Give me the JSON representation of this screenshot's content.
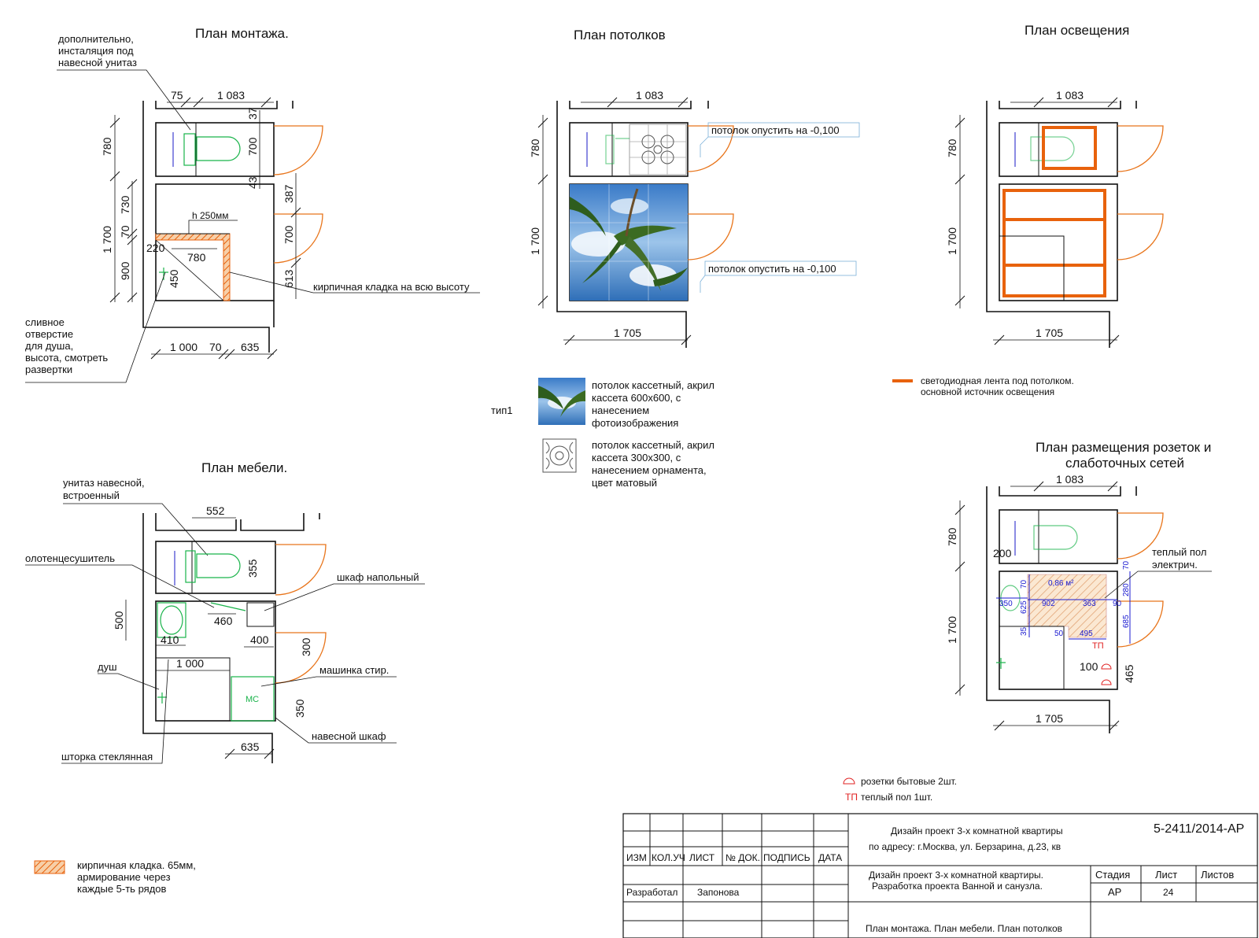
{
  "plans": {
    "mount": {
      "title": "План монтажа.",
      "note_install": [
        "дополнительно,",
        "инсталяция под",
        "навесной унитаз"
      ],
      "note_drain": [
        "сливное",
        "отверстие",
        " для душа,",
        "высота, смотреть",
        "развертки"
      ],
      "note_brick": "кирпичная кладка на всю высоту",
      "h_label": "h 250мм",
      "dims": {
        "d75": "75",
        "d1083": "1 083",
        "d37": "37",
        "d780": "780",
        "d700a": "700",
        "d43": "43",
        "d387": "387",
        "d730": "730",
        "d70": "70",
        "d1700": "1 700",
        "d700b": "700",
        "d220": "220",
        "d780b": "780",
        "d900": "900",
        "d450": "450",
        "d613": "613",
        "d1000": "1 000",
        "d70b": "70",
        "d635": "635"
      }
    },
    "ceiling": {
      "title": "План потолков",
      "note_lower1": "потолок опустить на -0,100",
      "note_lower2": "потолок опустить на -0,100",
      "dims": {
        "d1083": "1 083",
        "d780": "780",
        "d1700": "1 700",
        "d1705": "1 705"
      }
    },
    "lighting": {
      "title": "План освещения",
      "dims": {
        "d1083": "1 083",
        "d780": "780",
        "d1700": "1 700",
        "d1705": "1 705"
      }
    },
    "furniture": {
      "title": "План мебели.",
      "note_toilet": [
        "унитаз навесной,",
        "встроенный"
      ],
      "note_towel": "олотенцесушитель",
      "note_cabinet": "шкаф напольный",
      "note_shower": "душ",
      "note_washer": "машинка стир.",
      "note_hang": "навесной шкаф",
      "note_curtain": "шторка стеклянная",
      "mc": "МС",
      "dims": {
        "d552": "552",
        "d355": "355",
        "d500": "500",
        "d460": "460",
        "d400": "400",
        "d300": "300",
        "d410": "410",
        "d1000": "1 000",
        "d350": "350",
        "d635": "635"
      }
    },
    "sockets": {
      "title": [
        "План размещения розеток и",
        "слаботочных сетей"
      ],
      "note_floor": [
        "теплый пол",
        "электрич."
      ],
      "area": "0,86 м²",
      "tp": "ТП",
      "dims": {
        "d1083": "1 083",
        "d780": "780",
        "d1700": "1 700",
        "d1705": "1 705",
        "d200": "200",
        "d100": "100",
        "d465": "465"
      },
      "blue_dims": {
        "b70a": "70",
        "b350": "350",
        "b625": "625",
        "b902": "902",
        "b363": "363",
        "b90": "90",
        "b280": "280",
        "b70b": "70",
        "b35": "35",
        "b50": "50",
        "b495": "495",
        "b685": "685"
      }
    }
  },
  "legend_ceiling": {
    "type_label": "тип1",
    "item1": [
      "потолок кассетный, акрил",
      " кассета 600х600, с",
      "нанесением",
      "фотоизображения"
    ],
    "item2": [
      "потолок кассетный, акрил",
      " кассета 300х300, с",
      "нанесением орнамента,",
      "цвет матовый"
    ]
  },
  "legend_led": [
    "светодиодная лента под потолком.",
    "основной источник освещения"
  ],
  "legend_brick": [
    "кирпичная кладка. 65мм,",
    "армирование через",
    "каждые 5-ть рядов"
  ],
  "legend_sockets": {
    "socket": "розетки бытовые 2шт.",
    "tp_symbol": "ТП",
    "floor": "теплый пол 1шт."
  },
  "title_block": {
    "code": "5-2411/2014-АР",
    "project_line1": "Дизайн проект 3-х комнатной квартиры",
    "project_line2": "по адресу: г.Москва, ул. Берзарина, д.23, кв",
    "headers": [
      "ИЗМ",
      "КОЛ.УЧ",
      "ЛИСТ",
      "№ ДОК.",
      "ПОДПИСЬ",
      "ДАТА"
    ],
    "desc_line1": "Дизайн проект 3-х комнатной квартиры.",
    "desc_line2": "Разработка проекта Ванной и санузла.",
    "stage_label": "Стадия",
    "sheet_label": "Лист",
    "sheets_label": "Листов",
    "stage": "АР",
    "sheet": "24",
    "developed_label": "Разработал",
    "developer": "Запонова",
    "sheet_title": "План монтажа. План мебели. План потолков"
  },
  "colors": {
    "brick": "#e8620c",
    "door": "#e8741a",
    "fixtures": "#19b34a",
    "dims_blue": "#1a1ad0",
    "socket": "#e02020"
  }
}
